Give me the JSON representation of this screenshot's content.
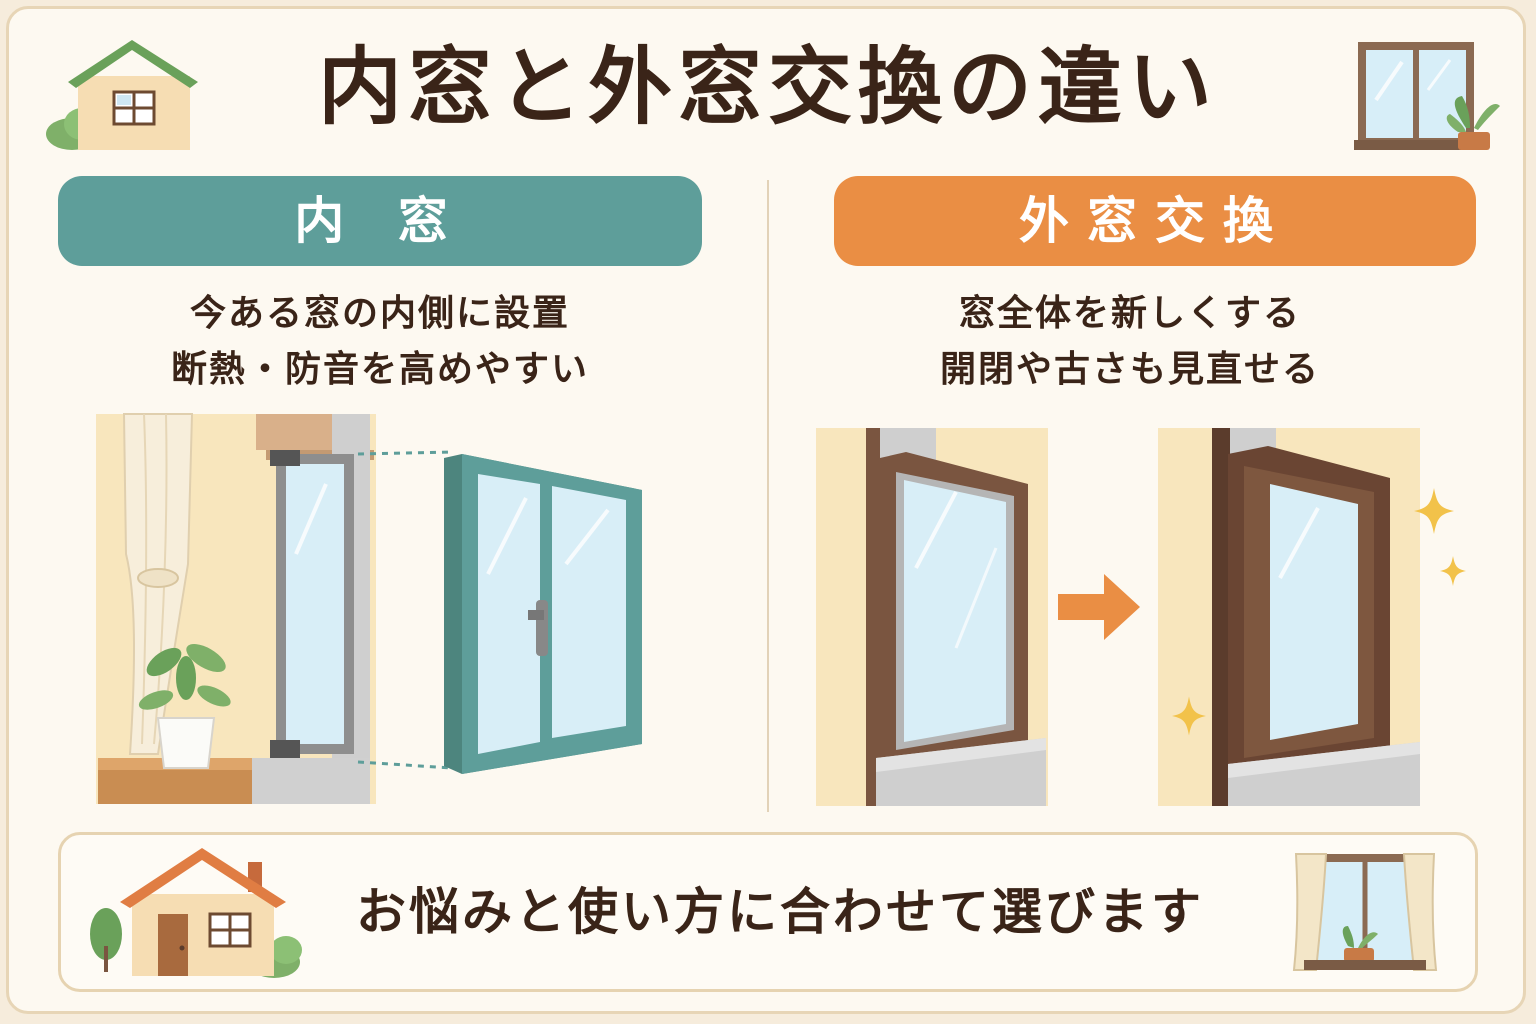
{
  "title": "内窓と外窓交換の違い",
  "inner_window": {
    "label": "内 窓",
    "description": [
      "今ある窓の内側に設置",
      "断熱・防音を高めやすい"
    ]
  },
  "outer_window": {
    "label": "外窓交換",
    "description": [
      "窓全体を新しくする",
      "開閉や古さも見直せる"
    ]
  },
  "footer": {
    "message": "お悩みと使い方に合わせて選びます"
  },
  "colors": {
    "inner_accent": "#5e9e9a",
    "outer_accent": "#ea8e44",
    "text": "#3a2418",
    "background": "#fdf9f1"
  }
}
